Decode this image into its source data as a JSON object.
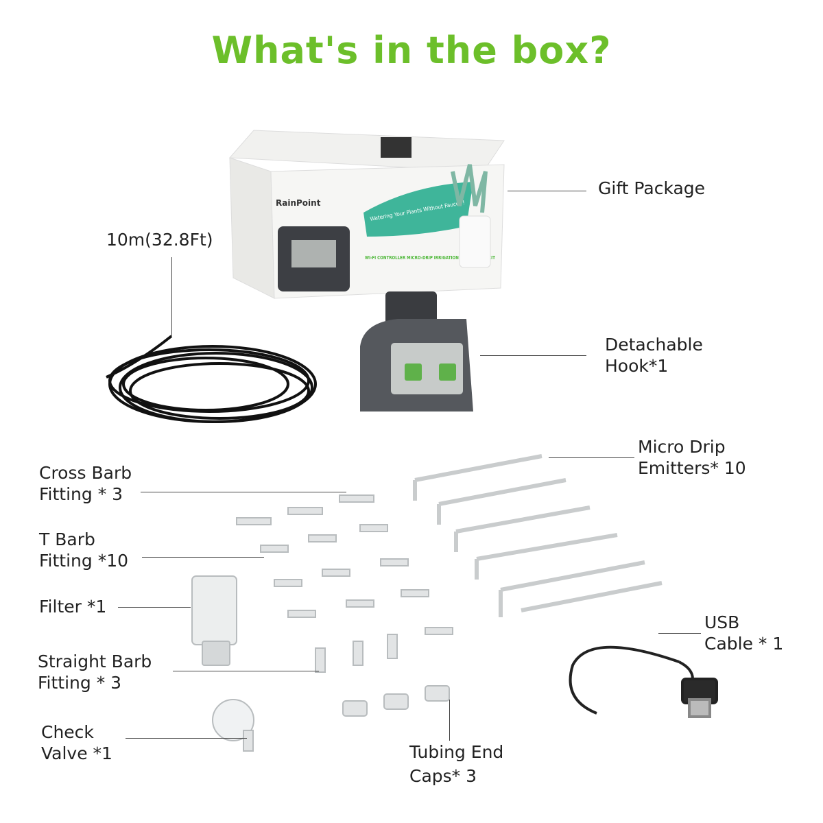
{
  "title": "What's in the box?",
  "brand": "RainPoint",
  "box_text": {
    "slogan": "Watering Your Plants Without Faucet !",
    "product": "WI-FI CONTROLLER MICRO-DRIP IRRIGATION PUMP TIMER KIT"
  },
  "colors": {
    "accent": "#6cbf2a",
    "device": "#4a4d52",
    "box_green": "#3fb59a"
  },
  "items": [
    {
      "line1": "Gift Package",
      "line2": ""
    },
    {
      "line1": "10m(32.8Ft)",
      "line2": ""
    },
    {
      "line1": "Detachable",
      "line2": "Hook*1"
    },
    {
      "line1": "Micro Drip",
      "line2": "Emitters* 10"
    },
    {
      "line1": "Cross Barb",
      "line2": "Fitting * 3"
    },
    {
      "line1": "T Barb",
      "line2": "Fitting *10"
    },
    {
      "line1": "Filter *1",
      "line2": ""
    },
    {
      "line1": "Straight Barb",
      "line2": "Fitting * 3"
    },
    {
      "line1": "Check",
      "line2": "Valve *1"
    },
    {
      "line1": "Tubing End",
      "line2": "Caps* 3"
    },
    {
      "line1": "USB",
      "line2": "Cable * 1"
    }
  ]
}
